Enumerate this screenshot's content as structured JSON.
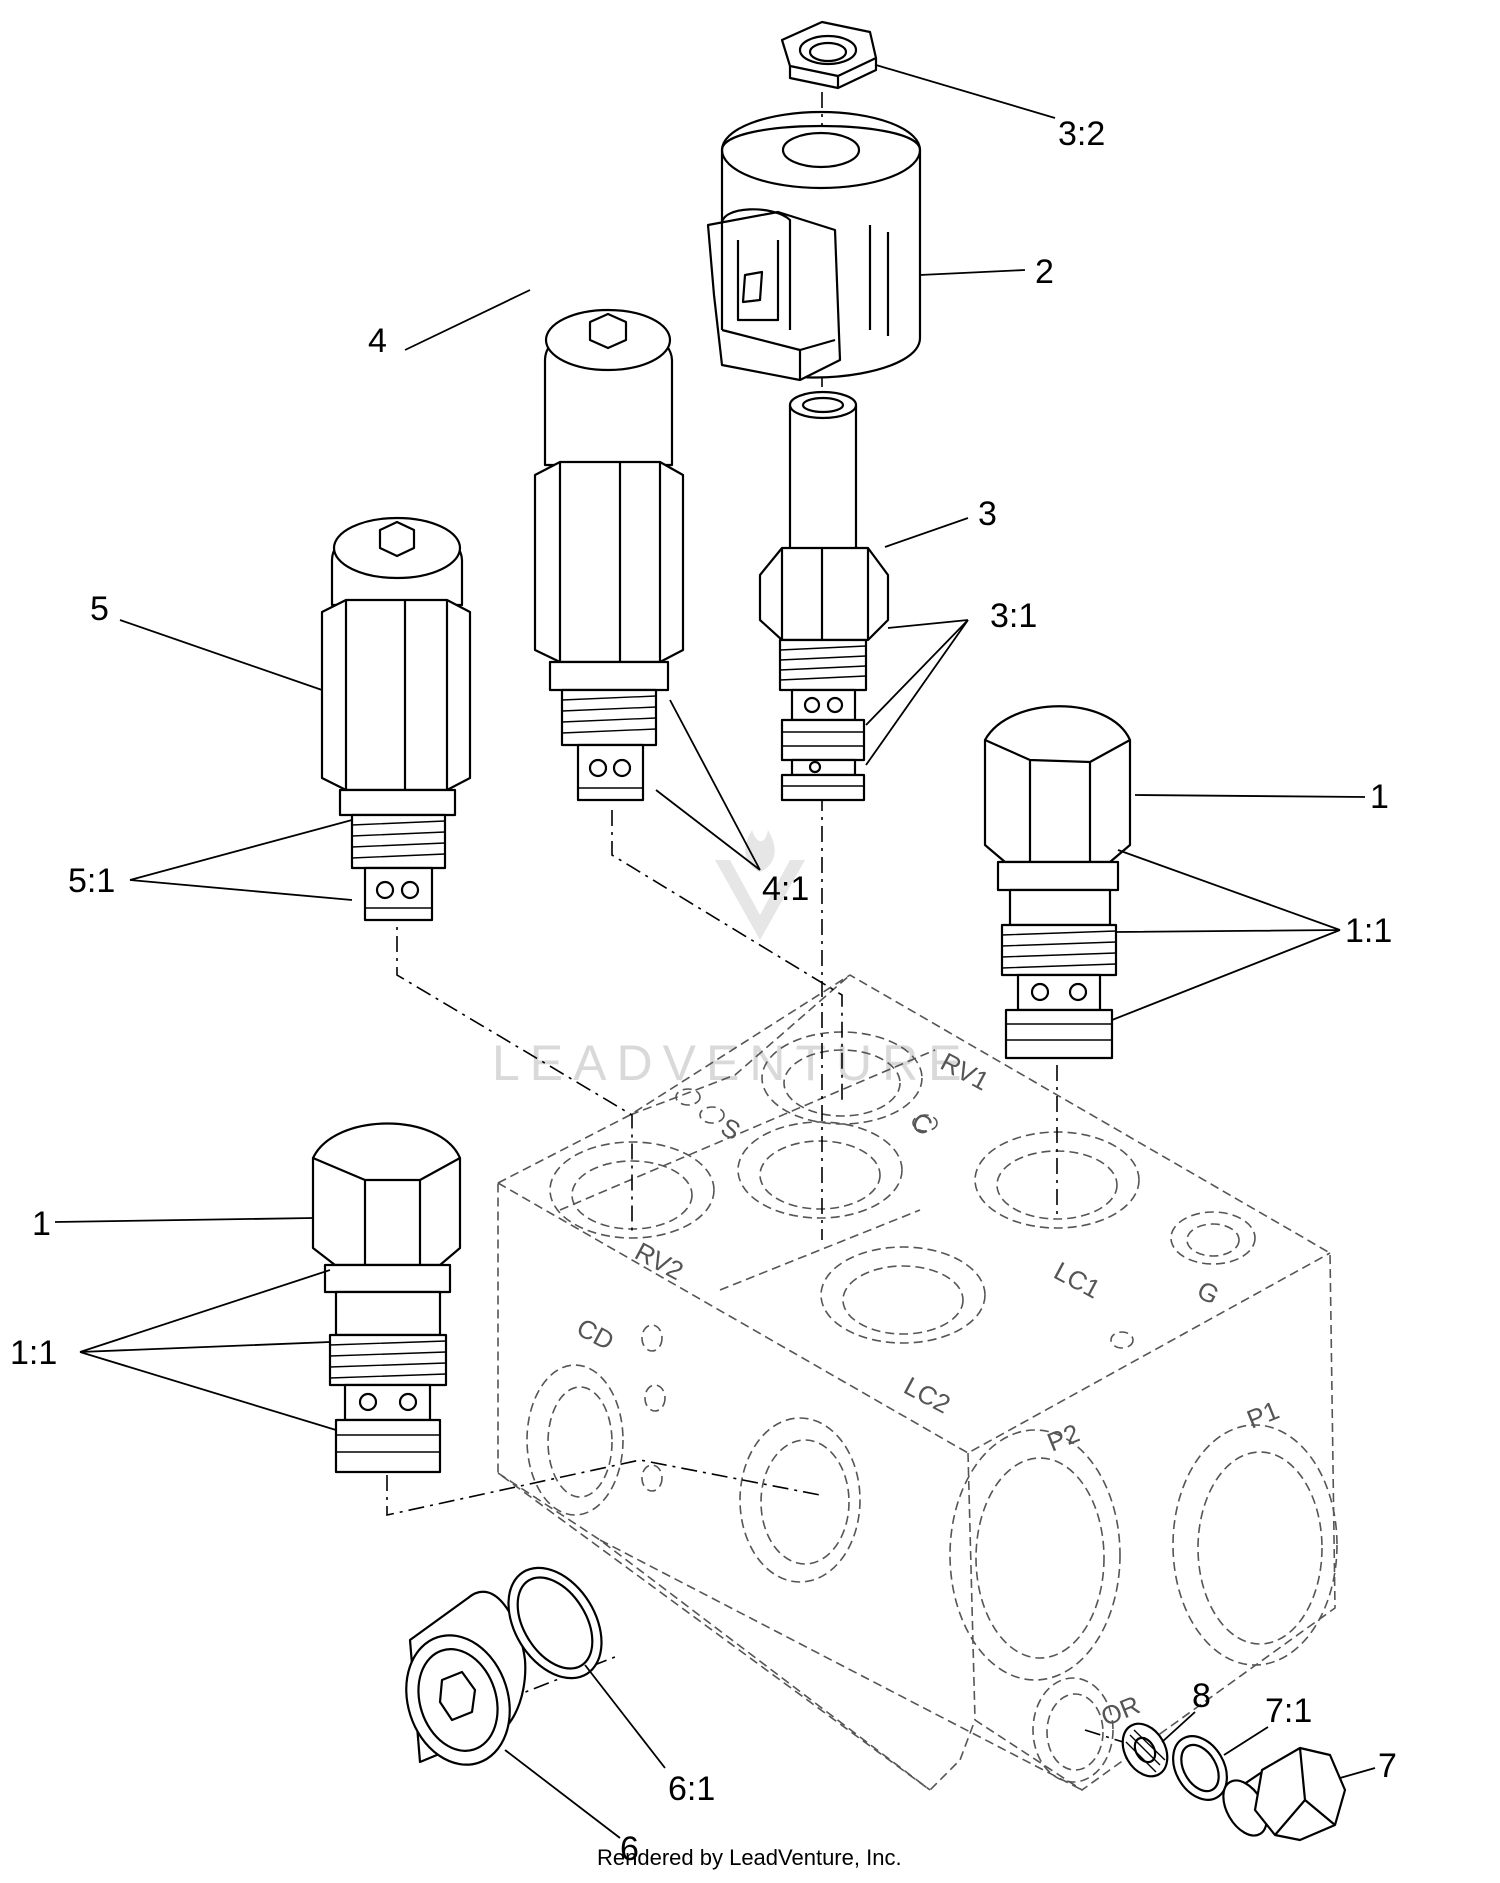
{
  "callouts": {
    "c_3_2": "3:2",
    "c_2": "2",
    "c_4": "4",
    "c_3": "3",
    "c_5": "5",
    "c_3_1": "3:1",
    "c_1_top": "1",
    "c_1_1_right": "1:1",
    "c_5_1": "5:1",
    "c_4_1": "4:1",
    "c_1_left": "1",
    "c_1_1_left": "1:1",
    "c_8": "8",
    "c_7_1": "7:1",
    "c_7": "7",
    "c_6": "6",
    "c_6_1": "6:1"
  },
  "port_labels": {
    "rv1": "RV1",
    "s": "S",
    "c": "C",
    "rv2": "RV2",
    "lc1": "LC1",
    "g": "G",
    "cd": "CD",
    "lc2": "LC2",
    "p2": "P2",
    "p1": "P1",
    "or": "OR"
  },
  "watermark": "LEADVENTURE",
  "credit": "Rendered by LeadVenture, Inc."
}
